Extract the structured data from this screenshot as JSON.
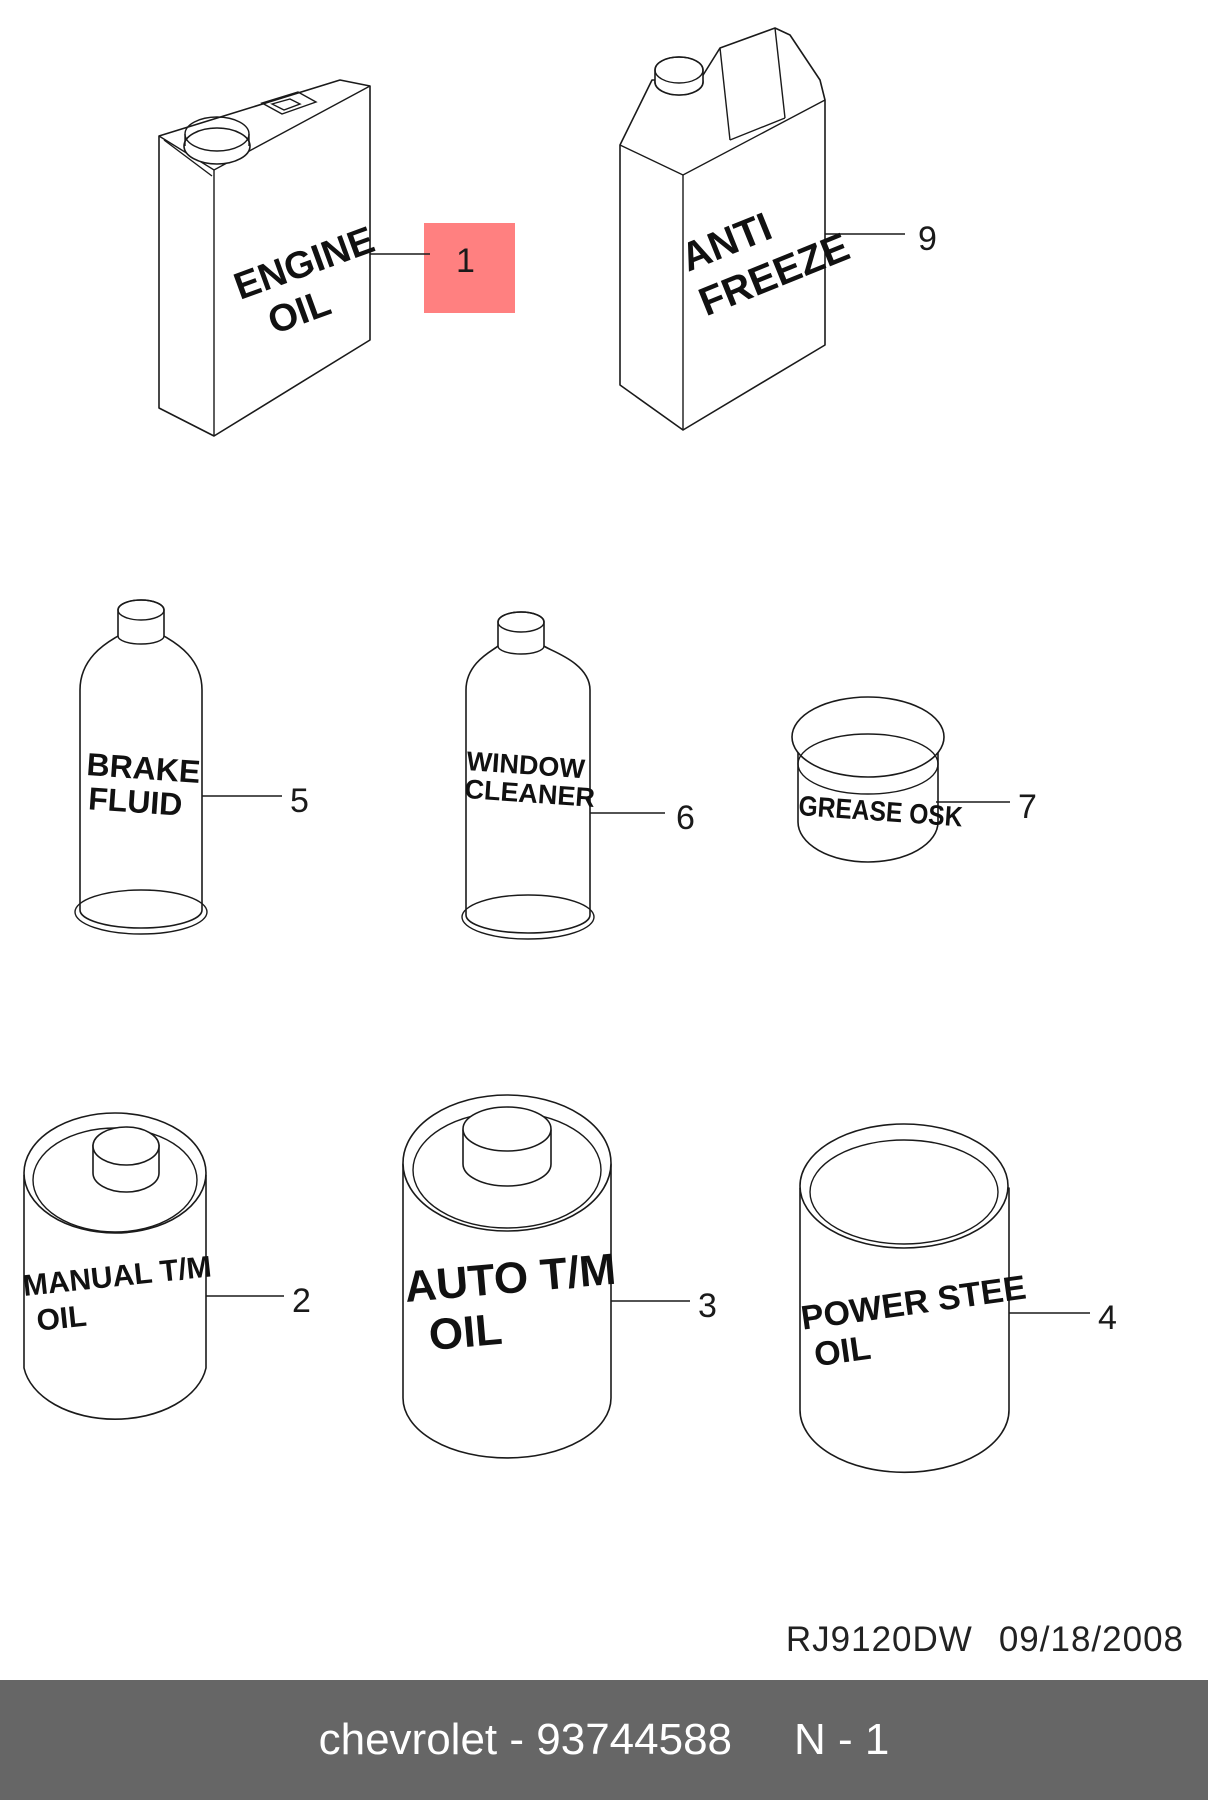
{
  "colors": {
    "highlight": "#ff8080",
    "footer_bg": "#666666",
    "footer_text": "#ffffff",
    "line": "#1a1a1a"
  },
  "parts": [
    {
      "ref": "1",
      "label_lines": [
        "ENGINE",
        "OIL"
      ],
      "highlighted": true
    },
    {
      "ref": "9",
      "label_lines": [
        "ANTI",
        "FREEZE"
      ],
      "highlighted": false
    },
    {
      "ref": "5",
      "label_lines": [
        "BRAKE",
        "FLUID"
      ],
      "highlighted": false
    },
    {
      "ref": "6",
      "label_lines": [
        "WINDOW",
        "CLEANER"
      ],
      "highlighted": false
    },
    {
      "ref": "7",
      "label_lines": [
        "GREASE OSK"
      ],
      "highlighted": false
    },
    {
      "ref": "2",
      "label_lines": [
        "MANUAL T/M",
        "OIL"
      ],
      "highlighted": false
    },
    {
      "ref": "3",
      "label_lines": [
        "AUTO T/M",
        "OIL"
      ],
      "highlighted": false
    },
    {
      "ref": "4",
      "label_lines": [
        "POWER STEE",
        "OIL"
      ],
      "highlighted": false
    }
  ],
  "doc_ref": {
    "code": "RJ9120DW",
    "date": "09/18/2008"
  },
  "footer": {
    "title": "chevrolet - 93744588",
    "page": "N - 1"
  }
}
